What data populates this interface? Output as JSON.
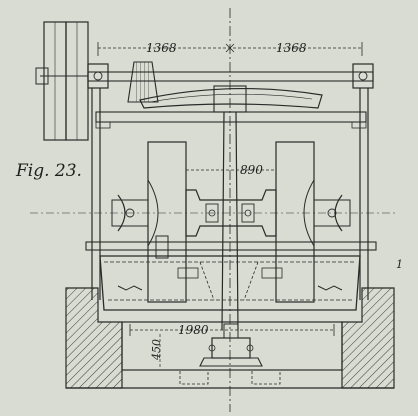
{
  "figure": {
    "label": "Fig. 23.",
    "dimensions": {
      "top_left": "1368",
      "top_right": "1368",
      "middle": "890",
      "bottom_width": "1980",
      "bottom_height": "450"
    },
    "side_mark": "1"
  },
  "colors": {
    "paper": "#d9dcd3",
    "ink": "#2a2a28",
    "hatch": "#3a3a36"
  }
}
